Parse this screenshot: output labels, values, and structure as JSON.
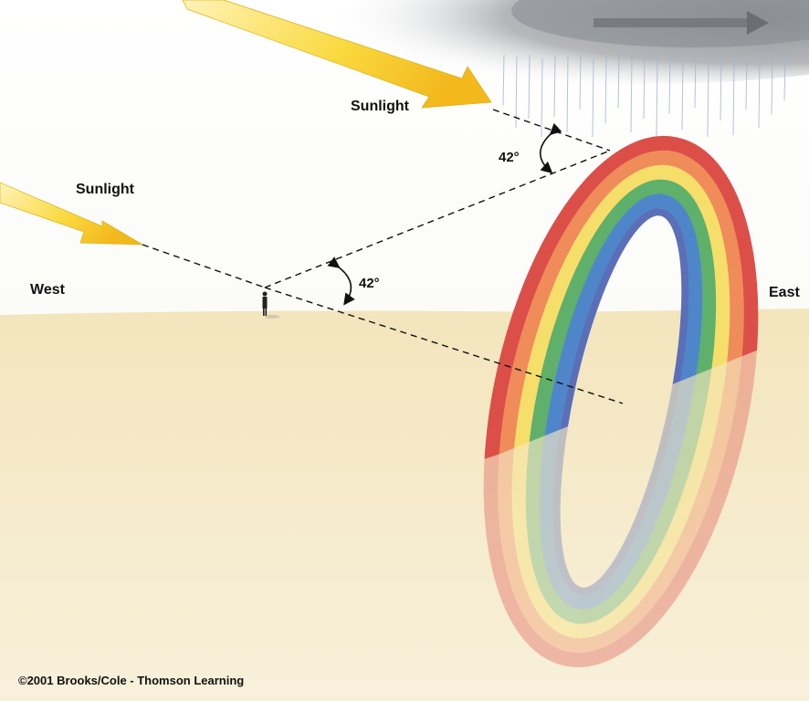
{
  "labels": {
    "sunlight_upper": "Sunlight",
    "sunlight_lower": "Sunlight",
    "angle_upper": "42°",
    "angle_lower": "42°",
    "west": "West",
    "east": "East"
  },
  "credit": "©2001 Brooks/Cole - Thomson Learning",
  "colors": {
    "sky": "#ffffff",
    "ground": "#f2e7c2",
    "sun_arrow": "#f7d23a",
    "cloud": "#8c8f94",
    "bands": [
      "#dc4f48",
      "#ef8c5a",
      "#f6de6a",
      "#5fb06a",
      "#4f86c9",
      "#5a6fb8"
    ]
  }
}
